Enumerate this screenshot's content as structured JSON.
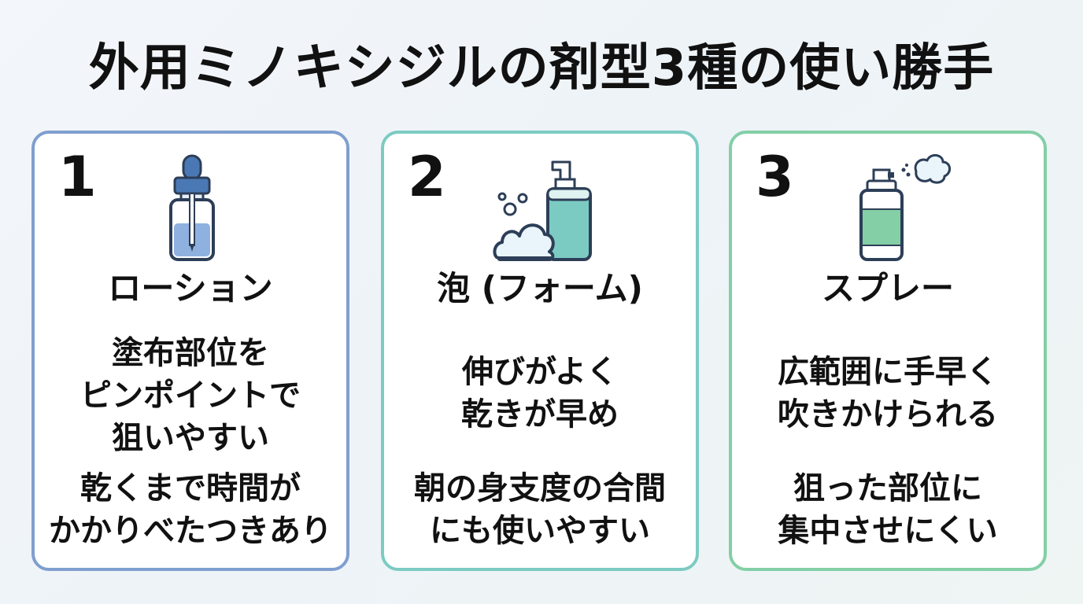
{
  "title": "外用ミノキシジルの剤型3種の使い勝手",
  "colors": {
    "lotion": "#7f9fcf",
    "foam": "#7ccbc3",
    "spray": "#84cfa6"
  },
  "cards": [
    {
      "number": "1",
      "icon": "dropper-bottle-icon",
      "name": "ローション",
      "merit": [
        "塗布部位を",
        "ピンポイントで",
        "狙いやすい"
      ],
      "demerit": [
        "乾くまで時間が",
        "かかりべたつきあり"
      ]
    },
    {
      "number": "2",
      "icon": "foam-pump-bottle-icon",
      "name": "泡 (フォーム)",
      "merit": [
        "伸びがよく",
        "乾きが早め"
      ],
      "demerit": [
        "朝の身支度の合間",
        "にも使いやすい"
      ]
    },
    {
      "number": "3",
      "icon": "spray-bottle-icon",
      "name": "スプレー",
      "merit": [
        "広範囲に手早く",
        "吹きかけられる"
      ],
      "demerit": [
        "狙った部位に",
        "集中させにくい"
      ]
    }
  ]
}
